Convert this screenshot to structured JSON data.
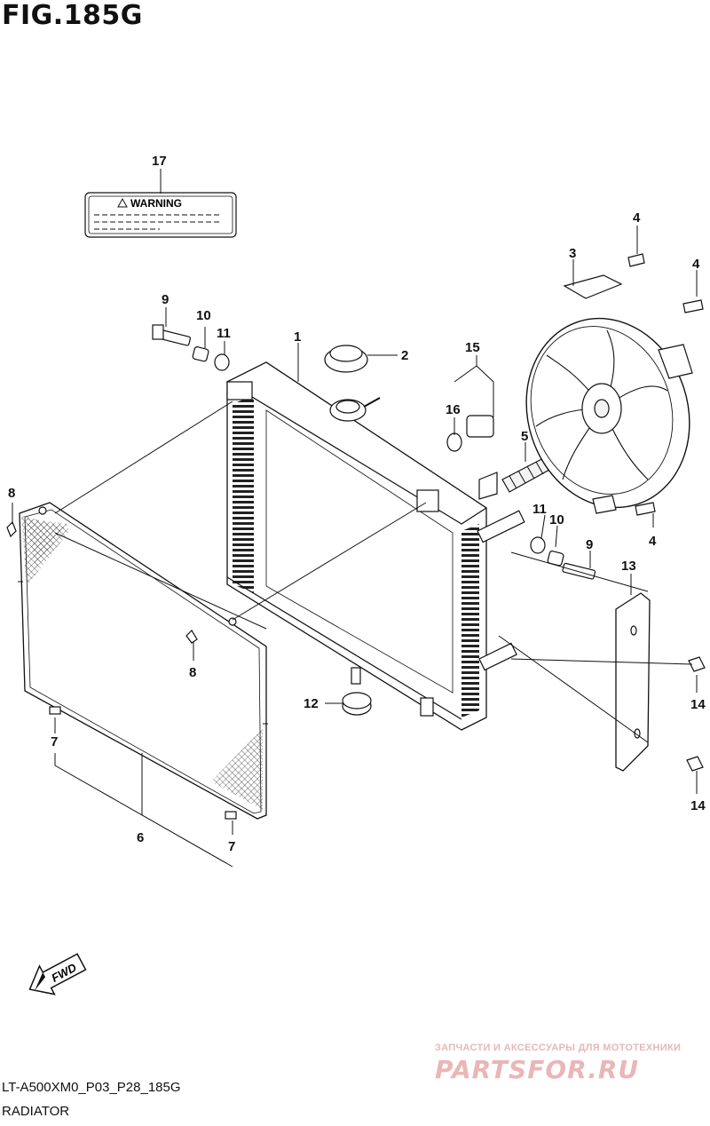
{
  "figure": {
    "title": "FIG.185G",
    "code": "LT-A500XM0_P03_P28_185G",
    "caption": "RADIATOR"
  },
  "warning_label": {
    "text": "WARNING"
  },
  "fwd_arrow": {
    "text": "FWD"
  },
  "watermark": {
    "tagline": "ЗАПЧАСТИ И АКСЕССУАРЫ ДЛЯ МОТОТЕХНИКИ",
    "logo": "PARTSFOR.RU"
  },
  "callouts": {
    "c1": "1",
    "c2": "2",
    "c3": "3",
    "c4a": "4",
    "c4b": "4",
    "c4c": "4",
    "c5": "5",
    "c6": "6",
    "c7a": "7",
    "c7b": "7",
    "c8a": "8",
    "c8b": "8",
    "c9a": "9",
    "c9b": "9",
    "c10a": "10",
    "c10b": "10",
    "c11a": "11",
    "c11b": "11",
    "c12": "12",
    "c13": "13",
    "c14a": "14",
    "c14b": "14",
    "c15": "15",
    "c16": "16",
    "c17": "17"
  }
}
